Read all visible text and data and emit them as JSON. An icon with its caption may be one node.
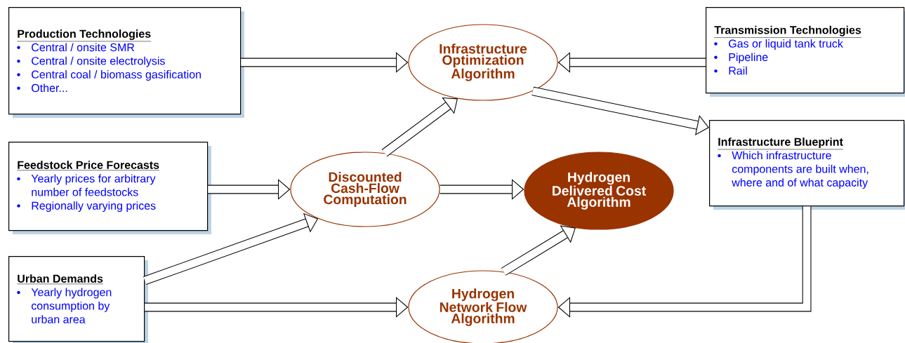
{
  "diagram": {
    "nodes": [
      {
        "text": [
          "Production Technologies",
          "Central / onsite SMR",
          "Central / onsite electrolysis",
          "Central coal / biomass gasification",
          "Other..."
        ]
      },
      {
        "text": [
          "Infrastructure Optimization Algorithm"
        ]
      },
      {
        "text": [
          "Transmission Technologies",
          "Gas or liquid tank truck",
          "Pipeline",
          "Rail"
        ]
      },
      {
        "text": [
          "Feedstock Price Forecasts",
          "Yearly prices for arbitrary number of feedstocks",
          "Regionally varying prices"
        ]
      },
      {
        "text": [
          "Discounted Cash-Flow Computation"
        ]
      },
      {
        "text": [
          "Hydrogen Delivered Cost Algorithm"
        ]
      },
      {
        "text": [
          "Infrastructure Blueprint",
          "Which infrastructure components are built when, where and of what capacity"
        ]
      },
      {
        "text": [
          "Urban Demands",
          "Yearly hydrogen consumption by urban area"
        ]
      },
      {
        "text": [
          "Hydrogen Network Flow Algorithm"
        ]
      }
    ],
    "edges": [
      {
        "from": 0,
        "to": 1,
        "arrow": "to"
      },
      {
        "from": 2,
        "to": 1,
        "arrow": "to"
      },
      {
        "from": 1,
        "to": 6,
        "arrow": "to"
      },
      {
        "from": 3,
        "to": 4,
        "arrow": "to"
      },
      {
        "from": 4,
        "to": 1,
        "arrow": "to"
      },
      {
        "from": 4,
        "to": 5,
        "arrow": "to"
      },
      {
        "from": 7,
        "to": 4,
        "arrow": "to"
      },
      {
        "from": 7,
        "to": 8,
        "arrow": "to"
      },
      {
        "from": 8,
        "to": 5,
        "arrow": "to"
      },
      {
        "from": 6,
        "to": 8,
        "arrow": "to"
      }
    ]
  }
}
